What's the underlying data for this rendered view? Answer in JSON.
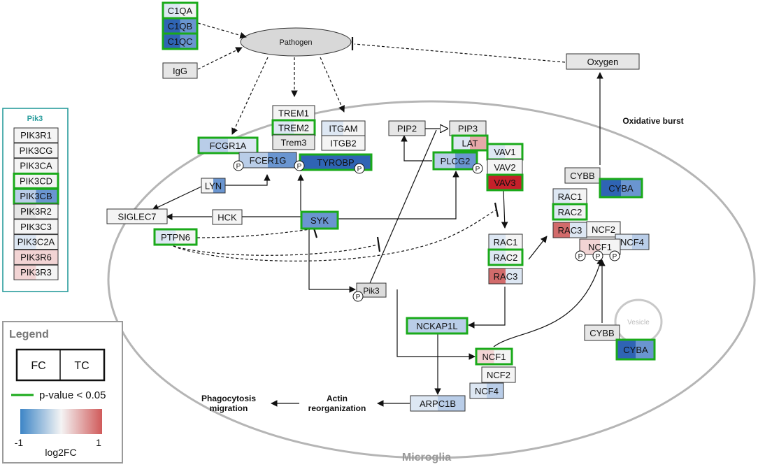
{
  "colors": {
    "dark_blue": "#2f64b4",
    "mid_blue": "#6a95d0",
    "light_blue": "#b9cde8",
    "pale_blue": "#dde7f3",
    "white": "#f4f4f4",
    "grey": "#e6e6e6",
    "pale_red": "#f2d4d4",
    "light_red": "#e7a9a9",
    "mid_red": "#d26b6b",
    "dark_red": "#c5202a",
    "significant_border": "#1aaa1a"
  },
  "labels": {
    "pathogen": "Pathogen",
    "oxygen": "Oxygen",
    "oxidative_burst": "Oxidative burst",
    "microglia": "Microglia",
    "vesicle": "Vesicle",
    "phagocytosis": "Phagocytosis",
    "migration": "migration",
    "actin": "Actin",
    "reorganization": "reorganization",
    "pik3_node": "Pik3",
    "phospho": "P"
  },
  "pik3_panel": {
    "title": "Pik3",
    "genes": [
      "PIK3R1",
      "PIK3CG",
      "PIK3CA",
      "PIK3CD",
      "PIK3CB",
      "PIK3R2",
      "PIK3C3",
      "PIK3C2A",
      "PIK3R6",
      "PIK3R3"
    ]
  },
  "legend": {
    "title": "Legend",
    "fc": "FC",
    "tc": "TC",
    "pvalue": "p-value < 0.05",
    "min": "-1",
    "max": "1",
    "scale_label": "log2FC"
  },
  "genes": {
    "C1QA": "C1QA",
    "C1QB": "C1QB",
    "C1QC": "C1QC",
    "IgG": "IgG",
    "TREM1": "TREM1",
    "TREM2": "TREM2",
    "Trem3": "Trem3",
    "ITGAM": "ITGAM",
    "ITGB2": "ITGB2",
    "FCGR1A": "FCGR1A",
    "FCER1G": "FCER1G",
    "TYROBP": "TYROBP",
    "LYN": "LYN",
    "SIGLEC7": "SIGLEC7",
    "HCK": "HCK",
    "SYK": "SYK",
    "PTPN6": "PTPN6",
    "PIP2": "PIP2",
    "PIP3": "PIP3",
    "LAT": "LAT",
    "PLCG2": "PLCG2",
    "VAV1": "VAV1",
    "VAV2": "VAV2",
    "VAV3": "VAV3",
    "RAC1": "RAC1",
    "RAC2": "RAC2",
    "RAC3": "RAC3",
    "CYBB": "CYBB",
    "CYBA": "CYBA",
    "NCF1": "NCF1",
    "NCF2": "NCF2",
    "NCF4": "NCF4",
    "NCKAP1L": "NCKAP1L",
    "ARPC1B": "ARPC1B"
  }
}
